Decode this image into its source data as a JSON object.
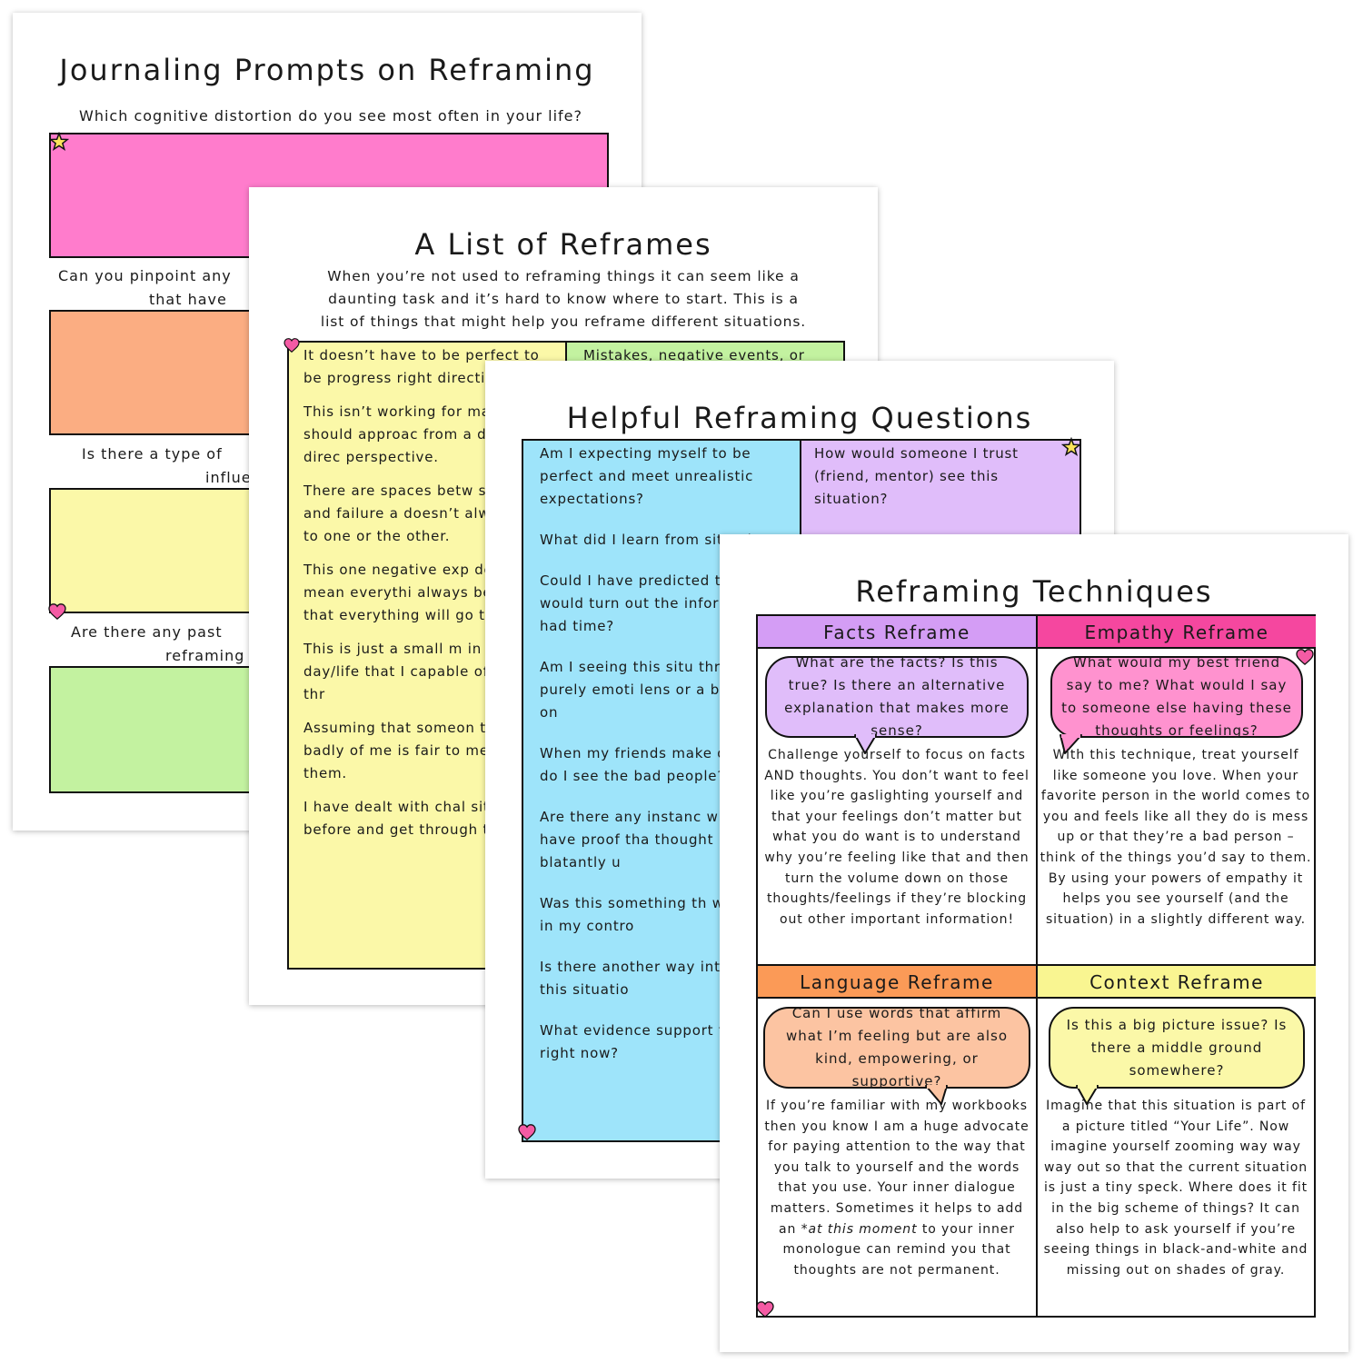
{
  "colors": {
    "pink": "#ff7ccc",
    "orange": "#fbad82",
    "yellow": "#fbf8a8",
    "green": "#c3f2a0",
    "blue": "#9ee4fa",
    "purple": "#e0bdfa",
    "facts_head": "#d49df5",
    "empathy_head": "#f5479f",
    "language_head": "#fb9a57",
    "context_head": "#f9f591"
  },
  "sheet1": {
    "title": "Journaling Prompts on Reframing",
    "prompt1": "Which cognitive distortion do you see most often in your life?",
    "prompt2_line1": "Can you pinpoint any",
    "prompt2_line2": "that have",
    "prompt3_line1": "Is there a type of",
    "prompt3_line2": "influe",
    "prompt4_line1": "Are there any past",
    "prompt4_line2": "reframing"
  },
  "sheet2": {
    "title": "A List of Reframes",
    "intro": [
      "When you’re not used to reframing things it can seem like a",
      "daunting task and it’s hard to know where to start. This is a",
      "list of things that might help you reframe different situations."
    ],
    "left_items": [
      "It doesn’t have to be perfect to be progress right direction.",
      "This isn’t working for maybe I should approac from a different direc perspective.",
      "There are spaces betw success and failure a doesn’t always have to one or the other.",
      "This one negative exp doesn’t mean everythi always be bad or that everything will go this",
      "This is just a small m in my day/life that I capable of getting thr",
      "Assuming that someon thinks badly of me is fair to me or to them.",
      "I have dealt with chal situations before and get through this."
    ],
    "right_top": "Mistakes, negative events, or"
  },
  "sheet3": {
    "title": "Helpful Reframing Questions",
    "left_items": [
      "Am I expecting myself to be perfect and meet unrealistic expectations?",
      "What did I learn from situation?",
      "Could I have predicted things would turn out the information I had time?",
      "Am I seeing this situ through a purely emoti lens or a balanced on",
      "When my friends make decisions do I see the bad people?",
      "Are there any instanc where I have proof tha thought is blatantly u",
      "Was this something th was fully in my contro",
      "Is there another way interpret this situatio",
      "What evidence support thoughts right now?"
    ],
    "right_items": [
      "How would someone I trust (friend, mentor) see this situation?"
    ]
  },
  "sheet4": {
    "title": "Reframing Techniques",
    "facts": {
      "heading": "Facts Reframe",
      "bubble": "What are the facts? Is this true? Is there an alternative explanation that makes more sense?",
      "body": "Challenge yourself to focus on facts AND thoughts. You don’t want to feel like you’re gaslighting yourself and that your feelings don’t matter but what you do want is to understand why you’re feeling like that and then turn the volume down on those thoughts/feelings if they’re blocking out other important information!"
    },
    "empathy": {
      "heading": "Empathy Reframe",
      "bubble": "What would my best friend say to me? What would I say to someone else having these thoughts or feelings?",
      "body": "With this technique, treat yourself like someone you love. When your favorite person in the world comes to you and feels like all they do is mess up or that they’re a bad person – think of the things you’d say to them. By using your powers of empathy it helps you see yourself (and the situation) in a slightly different way."
    },
    "language": {
      "heading": "Language Reframe",
      "bubble": "Can I use words that affirm what I’m feeling but are also kind, empowering, or supportive?",
      "body_before": "If you’re familiar with my workbooks then you know I am a huge advocate for paying attention to the way that you talk to yourself and the words that you use. Your inner dialogue matters. Sometimes it helps to add an ",
      "body_italic": "*at this moment",
      "body_after": " to your inner monologue can remind you that thoughts are not permanent."
    },
    "context": {
      "heading": "Context Reframe",
      "bubble": "Is this a big picture issue? Is there a middle ground somewhere?",
      "body": "Imagine that this situation is part of a picture titled “Your Life”. Now imagine yourself zooming way way way out so that the current situation is just a tiny speck. Where does it fit in the big scheme of things? It can also help to ask yourself if you’re seeing things in black-and-white and missing out on shades of gray."
    }
  }
}
